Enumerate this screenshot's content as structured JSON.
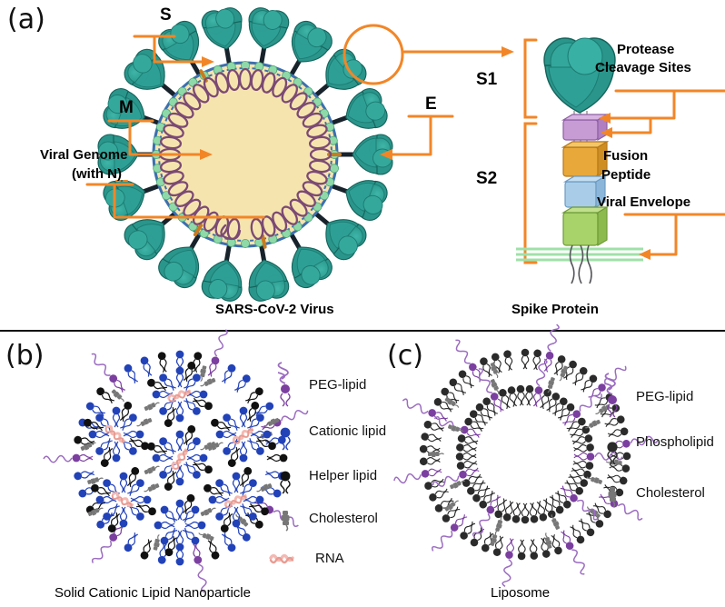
{
  "figure": {
    "panels": [
      {
        "letter": "(a)",
        "caption_left": "SARS-CoV-2 Virus",
        "caption_right": "Spike Protein",
        "labels": {
          "s": "S",
          "m": "M",
          "e": "E",
          "viral_genome_line1": "Viral Genome",
          "viral_genome_line2": "(with N)",
          "s1": "S1",
          "s2": "S2",
          "protease_line1": "Protease",
          "protease_line2": "Cleavage Sites",
          "fusion_line1": "Fusion",
          "fusion_line2": "Peptide",
          "viral_envelope": "Viral Envelope"
        }
      },
      {
        "letter": "(b)",
        "caption": "Solid Cationic Lipid Nanoparticle",
        "legend": [
          {
            "label": "PEG-lipid",
            "icon": "peg-lipid-icon",
            "color": "#7b3fa0"
          },
          {
            "label": "Cationic lipid",
            "icon": "cationic-lipid-icon",
            "color": "#2242b8"
          },
          {
            "label": "Helper lipid",
            "icon": "helper-lipid-icon",
            "color": "#111111"
          },
          {
            "label": "Cholesterol",
            "icon": "cholesterol-icon",
            "color": "#777777"
          },
          {
            "label": "RNA",
            "icon": "rna-icon",
            "color": "#f3b9b2"
          }
        ]
      },
      {
        "letter": "(c)",
        "caption": "Liposome",
        "legend": [
          {
            "label": "PEG-lipid",
            "icon": "peg-lipid-icon",
            "color": "#7b3fa0"
          },
          {
            "label": "Phospholipid",
            "icon": "phospholipid-icon",
            "color": "#2b2b2b"
          },
          {
            "label": "Cholesterol",
            "icon": "cholesterol-icon",
            "color": "#777777"
          }
        ]
      }
    ],
    "colors": {
      "annotation_orange": "#F28627",
      "spike_teal": "#2E9D92",
      "spike_teal_dark": "#1F7D74",
      "spike_stalk": "#1d2b36",
      "nucleocapsid_purple": "#7B4A74",
      "lumen_cream": "#F6E4AE",
      "envelope_blue": "#3C6FB0",
      "envelope_green_dot": "#8FD9A8",
      "s2_segment_1": "#C79BD4",
      "s2_segment_2": "#E8A83A",
      "s2_segment_3": "#A9CDE8",
      "s2_segment_4": "#A8D26A",
      "membrane_green": "#9FE0A8",
      "cationic_blue": "#2242B8",
      "helper_black": "#111111",
      "cholesterol_gray": "#777777",
      "rna_pink": "#F3B9B2",
      "peg_purple": "#7B3FA0",
      "phospholipid_black": "#2B2B2B"
    }
  }
}
